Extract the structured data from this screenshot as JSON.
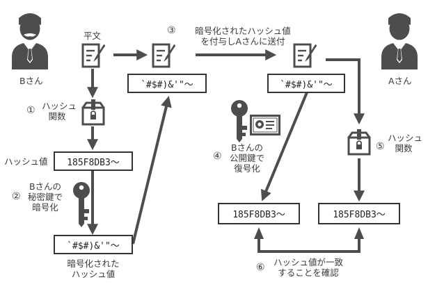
{
  "persons": {
    "sender": "Bさん",
    "receiver": "Aさん"
  },
  "labels": {
    "plaintext": "平文",
    "step1_num": "①",
    "step1_line1": "ハッシュ",
    "step1_line2": "関数",
    "hash_value": "ハッシュ値",
    "step2_num": "②",
    "step2_line1": "Bさんの",
    "step2_line2": "秘密鍵で",
    "step2_line3": "暗号化",
    "encrypted_hash_line1": "暗号化された",
    "encrypted_hash_line2": "ハッシュ値",
    "step3_num": "③",
    "step3_line1": "暗号化されたハッシュ値",
    "step3_line2": "を付与しAさんに送付",
    "step4_num": "④",
    "step4_line1": "Bさんの",
    "step4_line2": "公開鍵で",
    "step4_line3": "復号化",
    "step5_num": "⑤",
    "step5_line1": "ハッシュ",
    "step5_line2": "関数",
    "step6_num": "⑥",
    "step6_line1": "ハッシュ値が一致",
    "step6_line2": "することを確認"
  },
  "boxes": {
    "hash_left": "185F8DB3～",
    "encrypted_left": "`#$#)&'\"～",
    "encrypted_attached": "`#$#)&'\"～",
    "encrypted_received": "`#$#)&'\"～",
    "decrypted_hash": "185F8DB3～",
    "computed_hash": "185F8DB3～"
  },
  "colors": {
    "icon": "#4d4d4d",
    "arrow": "#4d4d4d",
    "text": "#3a3a3a"
  }
}
